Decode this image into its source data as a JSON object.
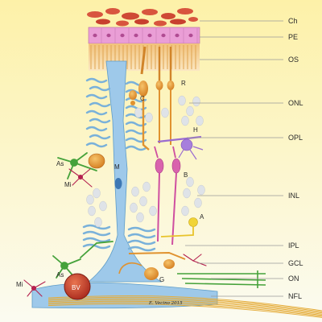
{
  "layers": [
    {
      "key": "choroid",
      "label": "Ch"
    },
    {
      "key": "pigment-epithelium",
      "label": "PE"
    },
    {
      "key": "outer-segments",
      "label": "OS"
    },
    {
      "key": "outer-nuclear-layer",
      "label": "ONL"
    },
    {
      "key": "outer-plexiform-layer",
      "label": "OPL"
    },
    {
      "key": "inner-nuclear-layer",
      "label": "INL"
    },
    {
      "key": "inner-plexiform-layer",
      "label": "IPL"
    },
    {
      "key": "ganglion-cell-layer",
      "label": "GCL"
    },
    {
      "key": "optic-nerve",
      "label": "ON"
    },
    {
      "key": "nerve-fiber-layer",
      "label": "NFL"
    }
  ],
  "cells": {
    "cone": "C",
    "rod": "R",
    "horizontal": "H",
    "bipolar": "B",
    "amacrine": "A",
    "ganglion": "G",
    "muller": "M",
    "astrocyte_upper": "As",
    "microglia_upper": "Mi",
    "astrocyte_lower": "As",
    "microglia_lower": "Mi",
    "blood_vessel": "BV"
  },
  "signature": "E. Vecino 2015",
  "colors": {
    "background_top": "#fdf1a8",
    "background_bottom": "#fbfbf1",
    "choroid": "#d8553e",
    "pigment_epithelium": "#ea9ed6",
    "outer_segments": "#f3cc8c",
    "photoreceptor": "#e0922f",
    "muller_glia": "#9ec9ea",
    "bipolar": "#cf4fa0",
    "horizontal": "#9a6cd0",
    "amacrine": "#f1d436",
    "astrocyte": "#45a23a",
    "microglia": "#b4214f",
    "nerve_fiber": "#e5ad3c",
    "blood_vessel": "#c8402e"
  }
}
